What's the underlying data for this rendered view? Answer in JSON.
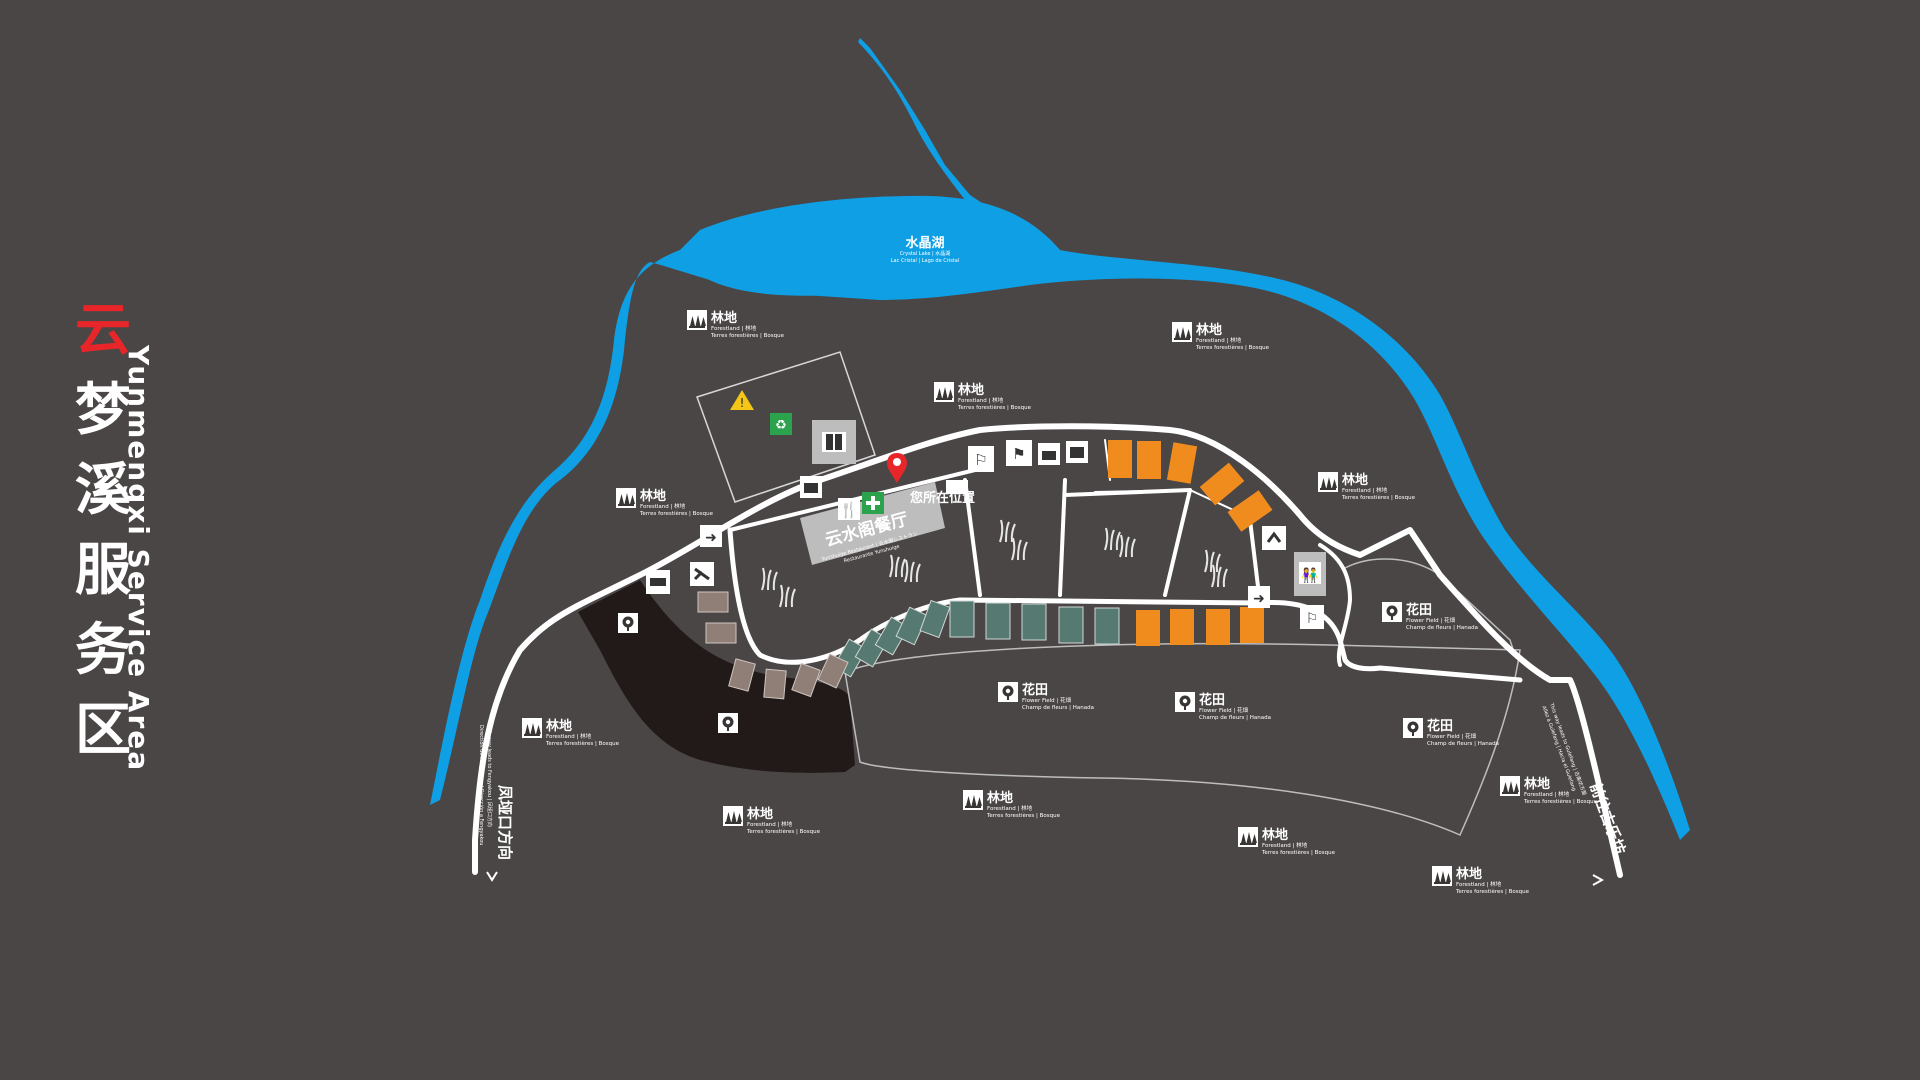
{
  "title": {
    "cn_chars": [
      "云",
      "梦",
      "溪",
      "服",
      "务",
      "区"
    ],
    "en": "Yunmengxi Service Area"
  },
  "colors": {
    "background": "#4b4646",
    "water": "#0f9fe4",
    "road": "#ffffff",
    "dark_zone": "#211a19",
    "parking_orange": "#f08c1e",
    "parking_teal": "#567a72",
    "parking_tan": "#8f7f77",
    "building": "#bdbdbd",
    "title_accent": "#e8262a",
    "pin": "#e8262a"
  },
  "lake": {
    "name_cn": "水晶湖",
    "name_sub1": "Crystal Lake | 水晶湖",
    "name_sub2": "Lac Cristal | Lago de Cristal"
  },
  "restaurant": {
    "name_cn": "云水阁餐厅",
    "sub": "Yunshuige Restaurant | 云水阁レストラン",
    "sub2": "Restaurante Yunshuige"
  },
  "you_are_here": "您所在位置",
  "forest_sub1": "Forestland | 林地",
  "forest_sub2": "Terres forestières | Bosque",
  "flower_sub1": "Flower Field | 花畑",
  "flower_sub2": "Champ de fleurs | Hanada",
  "labels": {
    "forest_cn": "林地",
    "flower_cn": "花田"
  },
  "directions": {
    "left_cn": "凤垭口方向",
    "left_en1": "This way leads to Fengyakou | 凤垭口方向",
    "left_en2": "Direction de Fengyakou | Dirección a Fengyakou",
    "right_cn": "前往古乐坊",
    "right_en1": "This way leads to Gulefang | 古楽坊方面",
    "right_en2": "Allez à Gulefang | Hacia el Gulefang"
  },
  "icons": [
    "forest-icon",
    "flower-icon",
    "warning-icon",
    "recycle-icon",
    "elevator-icon",
    "restaurant-icon",
    "first-aid-icon",
    "exit-icon",
    "toilet-icon",
    "meeting-icon",
    "shop-icon",
    "camera-icon",
    "map-pin-icon",
    "lodging-icon"
  ]
}
